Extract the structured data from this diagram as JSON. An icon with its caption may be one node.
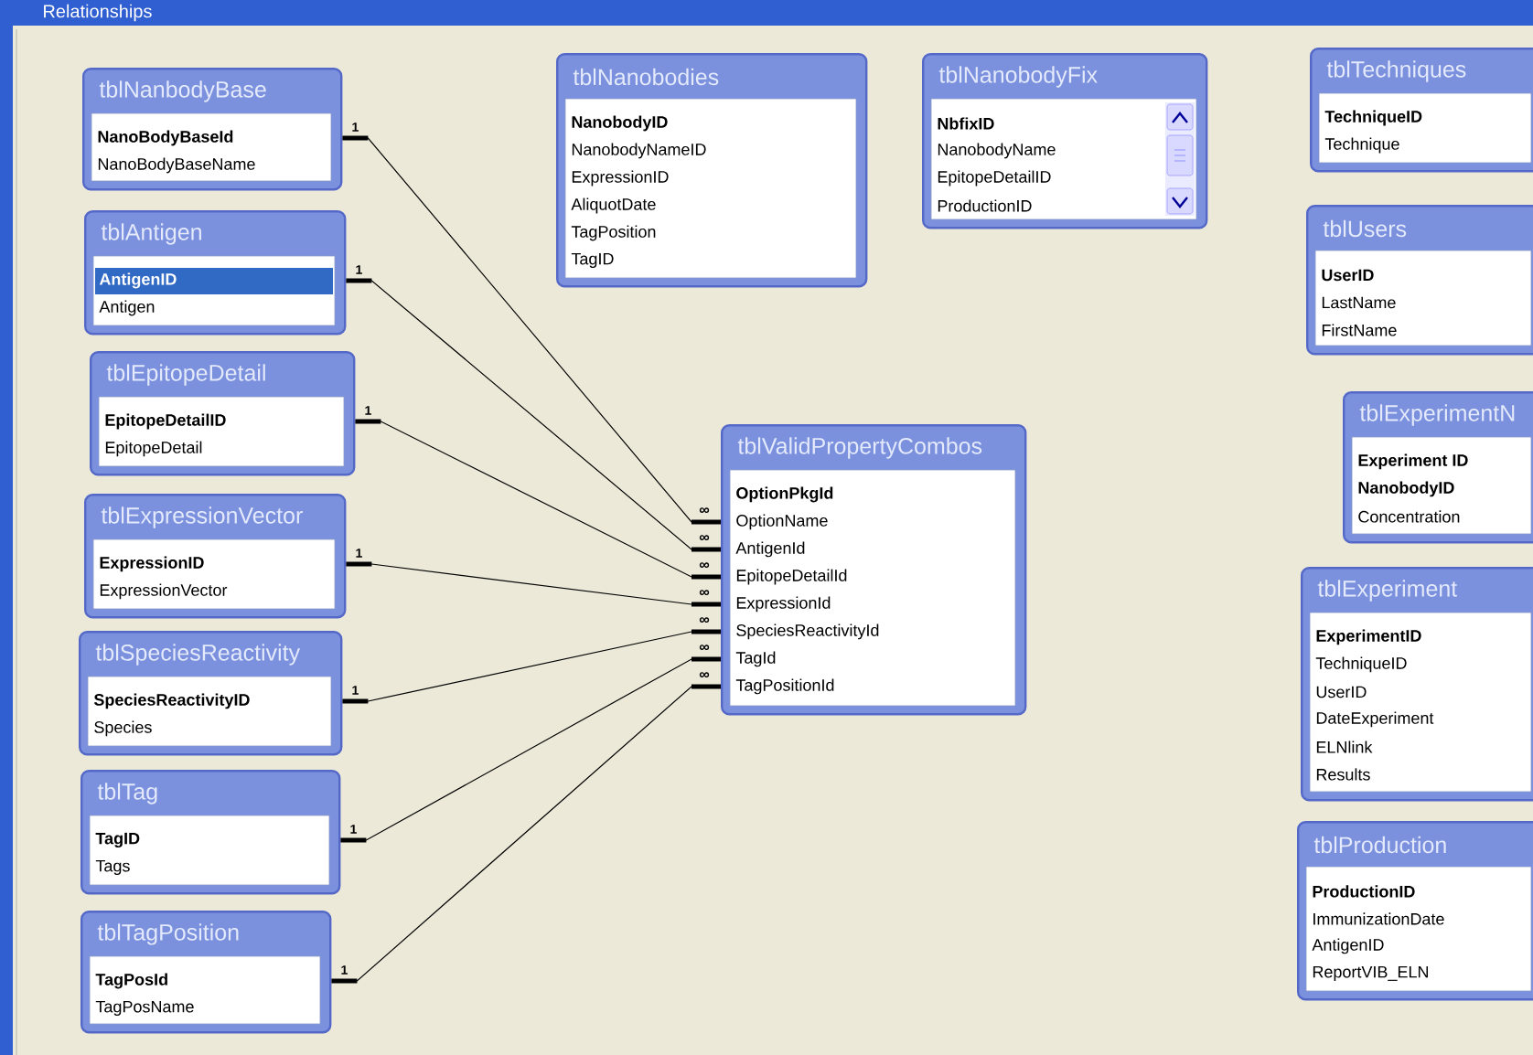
{
  "diagram": {
    "title": "Relationships",
    "nodes": [
      {
        "text": [
          "tblNanbodyBase",
          "NanoBodyBaseId",
          "NanoBodyBaseName"
        ]
      },
      {
        "text": [
          "tblAntigen",
          "AntigenID",
          "Antigen"
        ]
      },
      {
        "text": [
          "tblEpitopeDetail",
          "EpitopeDetailID",
          "EpitopeDetail"
        ]
      },
      {
        "text": [
          "tblExpressionVector",
          "ExpressionID",
          "ExpressionVector"
        ]
      },
      {
        "text": [
          "tblSpeciesReactivity",
          "SpeciesReactivityID",
          "Species"
        ]
      },
      {
        "text": [
          "tblTag",
          "TagID",
          "Tags"
        ]
      },
      {
        "text": [
          "tblTagPosition",
          "TagPosId",
          "TagPosName"
        ]
      },
      {
        "text": [
          "tblNanobodies",
          "NanobodyID",
          "NanobodyNameID",
          "ExpressionID",
          "AliquotDate",
          "TagPosition",
          "TagID"
        ]
      },
      {
        "text": [
          "tblNanobodyFix",
          "NbfixID",
          "NanobodyName",
          "EpitopeDetailID",
          "ProductionID"
        ]
      },
      {
        "text": [
          "tblTechniques",
          "TechniqueID",
          "Technique"
        ]
      },
      {
        "text": [
          "tblUsers",
          "UserID",
          "LastName",
          "FirstName"
        ]
      },
      {
        "text": [
          "tblExperimentN",
          "Experiment ID",
          "NanobodyID",
          "Concentration"
        ]
      },
      {
        "text": [
          "tblValidPropertyCombos",
          "OptionPkgId",
          "OptionName",
          "AntigenId",
          "EpitopeDetailId",
          "ExpressionId",
          "SpeciesReactivityId",
          "TagId",
          "TagPositionId"
        ]
      },
      {
        "text": [
          "tblExperiment",
          "ExperimentID",
          "TechniqueID",
          "UserID",
          "DateExperiment",
          "ELNlink",
          "Results"
        ]
      },
      {
        "text": [
          "tblProduction",
          "ProductionID",
          "ImmunizationDate",
          "AntigenID",
          "ReportVIB_ELN"
        ]
      }
    ],
    "edges": [
      {
        "from": 0,
        "to": 12,
        "arrow": "other"
      },
      {
        "from": 1,
        "to": 12,
        "arrow": "other"
      },
      {
        "from": 2,
        "to": 12,
        "arrow": "other"
      },
      {
        "from": 3,
        "to": 12,
        "arrow": "other"
      },
      {
        "from": 4,
        "to": 12,
        "arrow": "other"
      },
      {
        "from": 5,
        "to": 12,
        "arrow": "other"
      },
      {
        "from": 6,
        "to": 12,
        "arrow": "other"
      }
    ],
    "labels": [
      "1",
      "∞",
      "1",
      "∞",
      "1",
      "∞",
      "1",
      "∞",
      "1",
      "∞",
      "1",
      "∞",
      "1",
      "∞"
    ]
  }
}
